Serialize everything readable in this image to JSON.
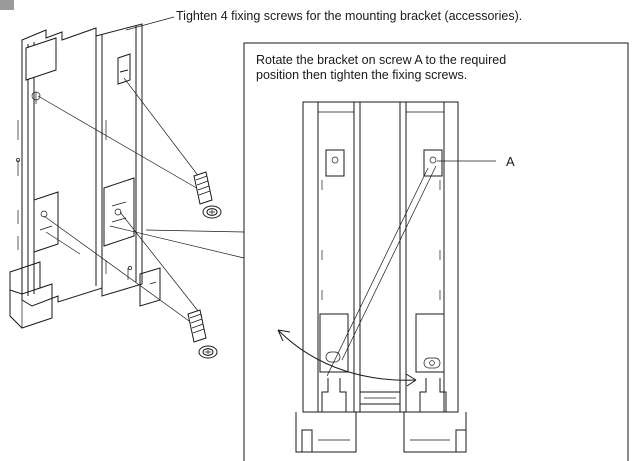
{
  "callouts": {
    "top_note": "Tighten 4 fixing screws for the mounting bracket (accessories).",
    "detail_line1": "Rotate the bracket on screw A to the required",
    "detail_line2": "position then tighten the fixing screws.",
    "screw_label": "A"
  },
  "colors": {
    "line": "#1a1a1a",
    "corner_tab": "#9a9a9a",
    "background": "#ffffff"
  },
  "icons": [
    "screw-icon",
    "rotation-arrow-icon"
  ]
}
